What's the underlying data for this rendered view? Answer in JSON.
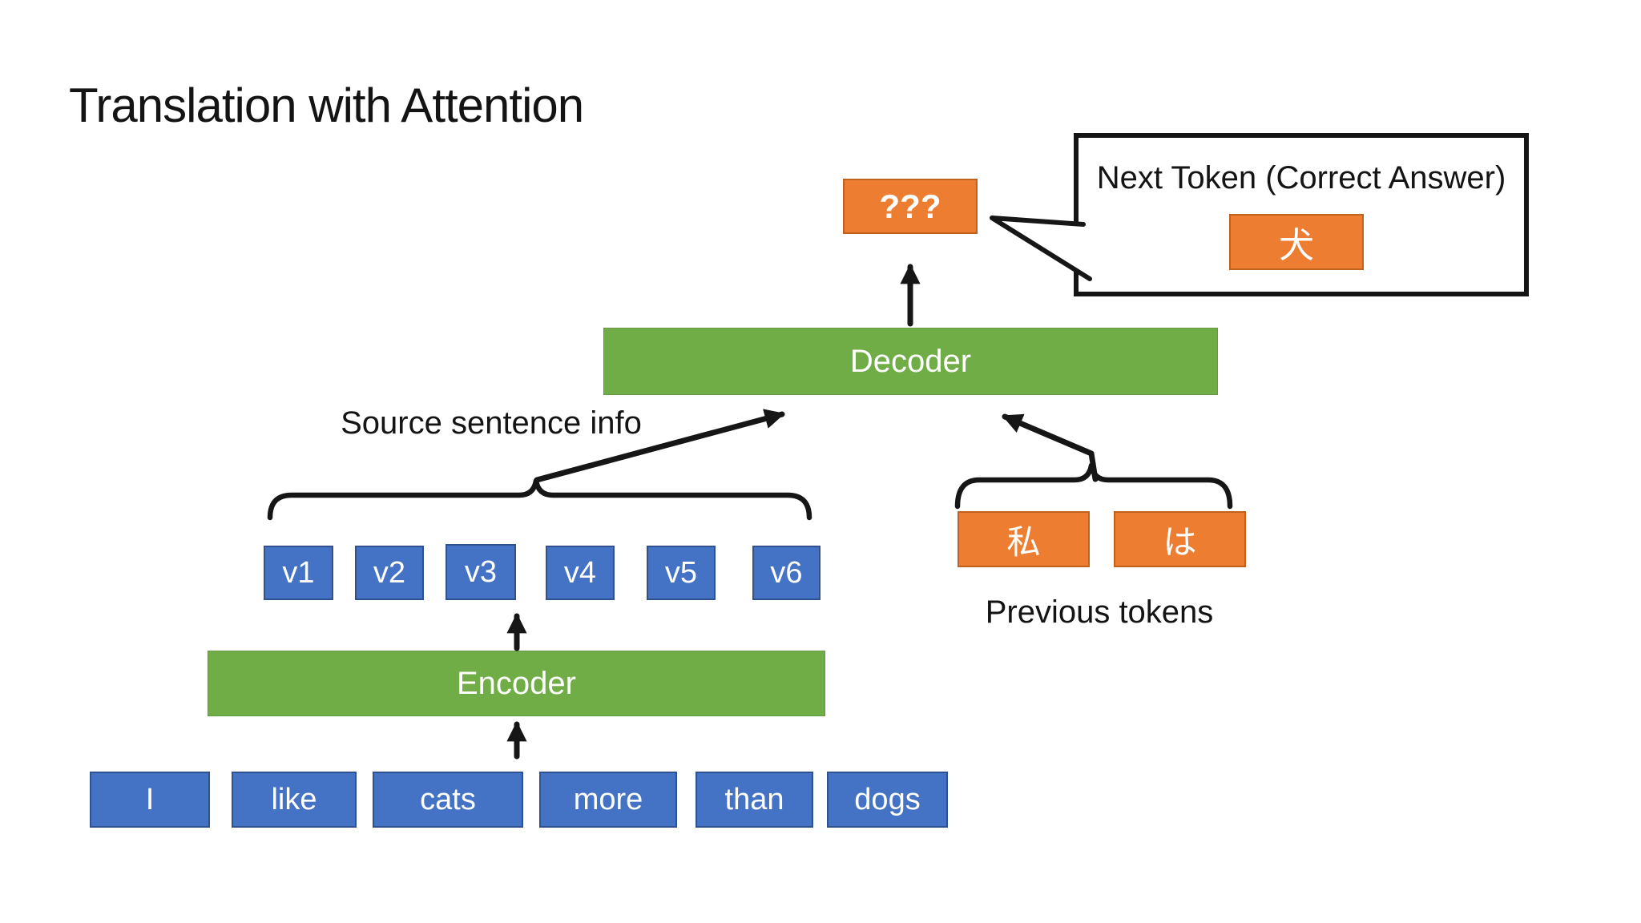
{
  "title": "Translation with Attention",
  "diagram": {
    "prediction_placeholder": "???",
    "callout": {
      "heading": "Next Token (Correct Answer)",
      "answer_token": "犬"
    },
    "decoder_label": "Decoder",
    "encoder_label": "Encoder",
    "source_info_label": "Source sentence info",
    "previous_tokens_label": "Previous tokens",
    "encoder_outputs": [
      "v1",
      "v2",
      "v3",
      "v4",
      "v5",
      "v6"
    ],
    "source_tokens": [
      "I",
      "like",
      "cats",
      "more",
      "than",
      "dogs"
    ],
    "previous_tokens": [
      "私",
      "は"
    ]
  },
  "colors": {
    "token_blue": "#4472C4",
    "block_green": "#70AD47",
    "token_orange": "#ED7D31",
    "line_black": "#161616",
    "background": "#ffffff"
  }
}
